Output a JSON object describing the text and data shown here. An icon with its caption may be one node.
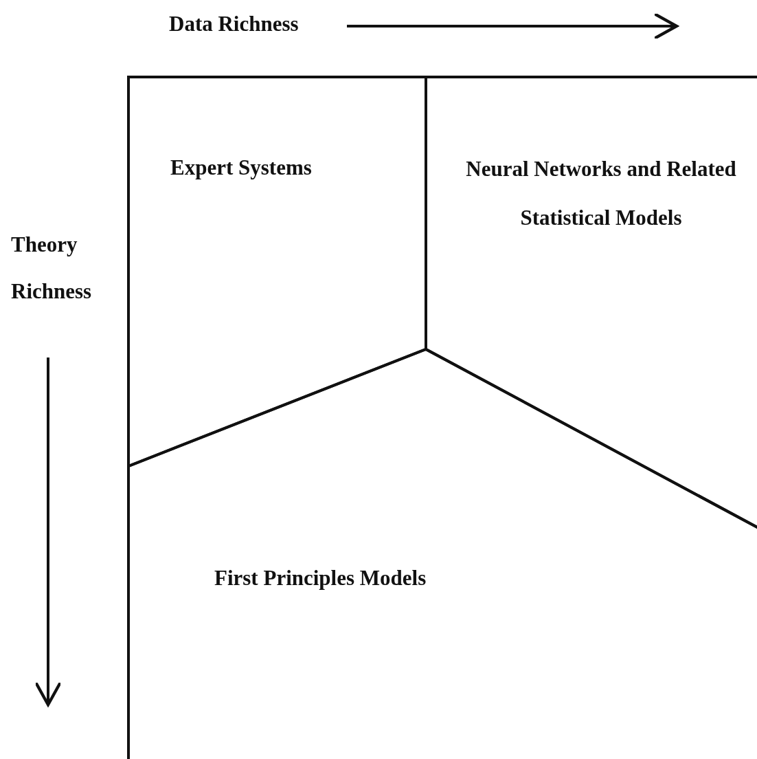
{
  "diagram": {
    "nodes": [
      {
        "text": [
          "Expert Systems"
        ]
      },
      {
        "text": [
          "Neural Networks and Related Statistical Models"
        ]
      },
      {
        "text": [
          "First Principles Models"
        ]
      }
    ],
    "labels": [
      "Data Richness",
      "Theory Richness"
    ]
  }
}
